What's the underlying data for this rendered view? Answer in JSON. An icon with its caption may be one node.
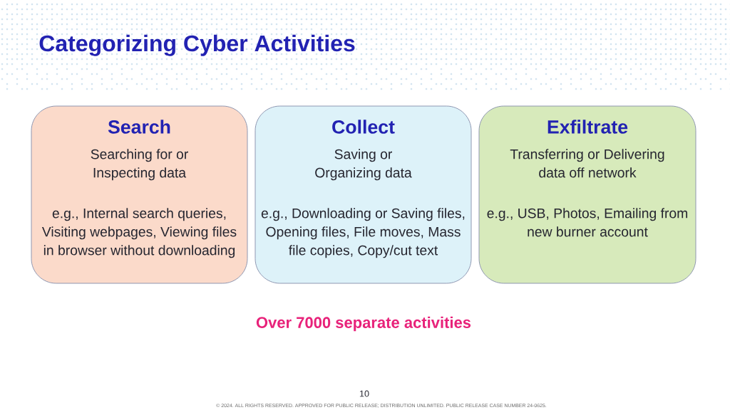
{
  "diagram": {
    "title": "Categorizing Cyber Activities",
    "nodes": [
      {
        "text": [
          "Search",
          "Searching for or Inspecting data",
          "e.g., Internal search queries, Visiting webpages, Viewing files in browser without downloading"
        ]
      },
      {
        "text": [
          "Collect",
          "Saving or Organizing data",
          "e.g., Downloading or Saving files, Opening files, File moves, Mass file copies, Copy/cut text"
        ]
      },
      {
        "text": [
          "Exfiltrate",
          "Transferring or Delivering data off network",
          "e.g., USB, Photos, Emailing from new burner account"
        ]
      }
    ],
    "labels": [
      "Over 7000 separate activities",
      "10",
      "© 2024. ALL RIGHTS RESERVED. APPROVED FOR PUBLIC RELEASE; DISTRIBUTION UNLIMITED. PUBLIC RELEASE CASE NUMBER 24-0625."
    ]
  }
}
